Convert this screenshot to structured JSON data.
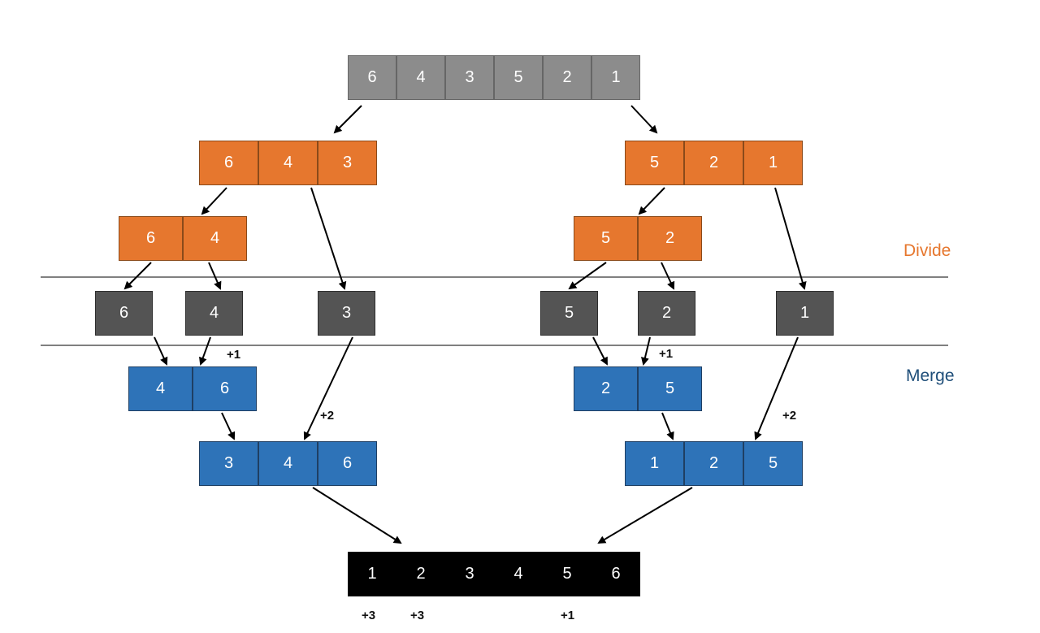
{
  "colors": {
    "original": "#8c8c8c",
    "divide": "#e6772e",
    "single": "#545454",
    "merge": "#2e73b8",
    "result": "#000000",
    "divide_label": "#e6772e",
    "merge_label": "#1f4e79"
  },
  "labels": {
    "divide": "Divide",
    "merge": "Merge"
  },
  "arrays": {
    "original": [
      "6",
      "4",
      "3",
      "5",
      "2",
      "1"
    ],
    "left_half": [
      "6",
      "4",
      "3"
    ],
    "right_half": [
      "5",
      "2",
      "1"
    ],
    "left_pair": [
      "6",
      "4"
    ],
    "right_pair": [
      "5",
      "2"
    ],
    "singles": [
      "6",
      "4",
      "3",
      "5",
      "2",
      "1"
    ],
    "left_merged_pair": [
      "4",
      "6"
    ],
    "right_merged_pair": [
      "2",
      "5"
    ],
    "left_merged": [
      "3",
      "4",
      "6"
    ],
    "right_merged": [
      "1",
      "2",
      "5"
    ],
    "result": [
      "1",
      "2",
      "3",
      "4",
      "5",
      "6"
    ]
  },
  "annotations": {
    "left_pair_count": "+1",
    "right_pair_count": "+1",
    "left_triple_count": "+2",
    "right_triple_count": "+2",
    "result_counts": [
      "+3",
      "+3",
      "+1"
    ]
  }
}
